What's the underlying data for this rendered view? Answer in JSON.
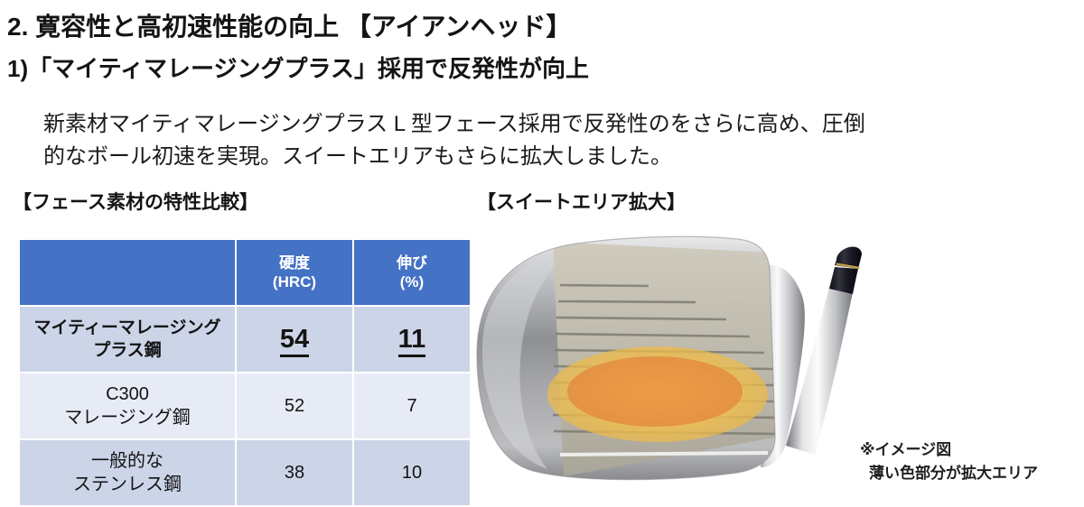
{
  "document": {
    "heading_1": "2. 寛容性と高初速性能の向上 【アイアンヘッド】",
    "heading_2": "1)「マイティマレージングプラス」採用で反発性が向上",
    "body_lines": [
      "新素材マイティマレージングプラス L 型フェース採用で反発性のをさらに高め、圧倒",
      "的なボール初速を実現。スイートエリアもさらに拡大しました。"
    ]
  },
  "sections": {
    "table_label": "【フェース素材の特性比較】",
    "figure_label": "【スイートエリア拡大】"
  },
  "table": {
    "headers": [
      "",
      "硬度\n(HRC)",
      "伸び\n(%)"
    ],
    "header_blank": "",
    "header_hardness_line1": "硬度",
    "header_hardness_line2": "(HRC)",
    "header_elongation_line1": "伸び",
    "header_elongation_line2": "(%)",
    "rows": [
      {
        "name_line1": "マイティーマレージング",
        "name_line2": "プラス鋼",
        "hardness": "54",
        "elongation": "11",
        "highlight": true
      },
      {
        "name_line1": "C300",
        "name_line2": "マレージング鋼",
        "hardness": "52",
        "elongation": "7",
        "highlight": false
      },
      {
        "name_line1": "一般的な",
        "name_line2": "ステンレス鋼",
        "hardness": "38",
        "elongation": "10",
        "highlight": false
      }
    ]
  },
  "figure": {
    "note_line1": "※イメージ図",
    "note_line2": "薄い色部分が拡大エリア",
    "sweet_area_outer_color": "#F0C04E",
    "sweet_area_inner_color": "#E89445",
    "clubhead_face_color": "#BDB9AC",
    "clubhead_body_color": "#9A9A9C",
    "shaft_color": "#D8D8DA",
    "ferrule_color": "#1A1A22",
    "ferrule_band_color": "#C9A24A"
  },
  "colors": {
    "table_header_blue": "#4472C4",
    "row_highlight": "#CCD4E8",
    "row_light": "#E7EBF5",
    "text": "#141414",
    "background": "#FFFFFF"
  }
}
